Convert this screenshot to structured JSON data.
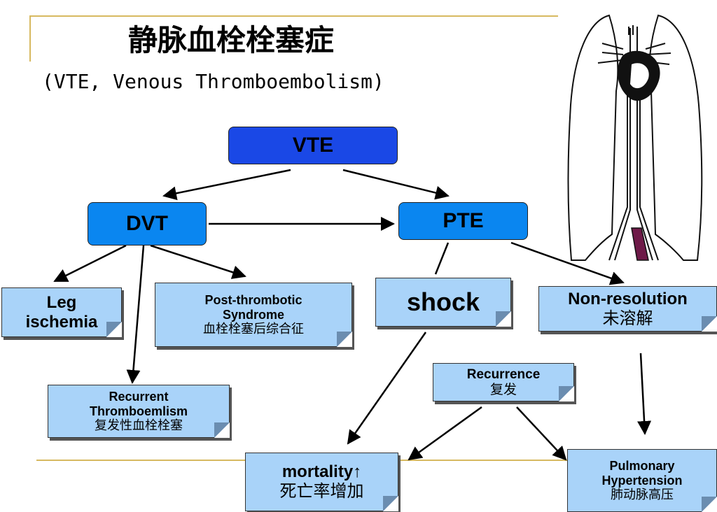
{
  "title": "静脉血栓栓塞症",
  "subtitle": "(VTE, Venous Thromboembolism)",
  "nodes": {
    "vte": "VTE",
    "dvt": "DVT",
    "pte": "PTE",
    "leg_ischemia": [
      "Leg",
      "ischemia"
    ],
    "post_thrombotic": [
      "Post-thrombotic",
      "Syndrome",
      "血栓栓塞后综合征"
    ],
    "recurrent_thromboembolism": [
      "Recurrent",
      "Thromboemlism",
      "复发性血栓栓塞"
    ],
    "shock": "shock",
    "non_resolution": [
      "Non-resolution",
      "未溶解"
    ],
    "recurrence": [
      "Recurrence",
      "复发"
    ],
    "mortality": [
      "mortality↑",
      "死亡率增加"
    ],
    "pulmonary_hypertension": [
      "Pulmonary",
      "Hypertension",
      "肺动脉高压"
    ]
  },
  "colors": {
    "vte_box": "#1a48e6",
    "dvt_pte_box": "#0a86f0",
    "note_fill": "#a9d3f9",
    "accent_line": "#d7b960",
    "vein_clot": "#6e1a48"
  }
}
